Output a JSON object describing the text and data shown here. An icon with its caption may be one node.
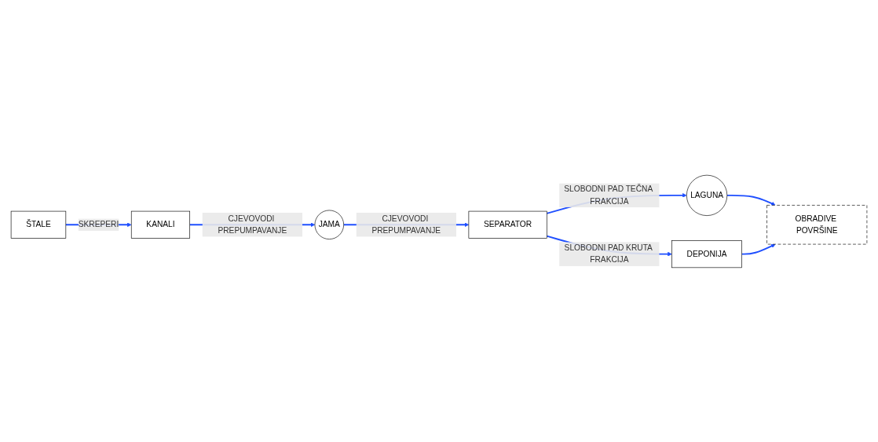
{
  "diagram": {
    "nodes": [
      {
        "text": [
          "ŠTALE"
        ]
      },
      {
        "text": [
          "KANALI"
        ]
      },
      {
        "text": [
          "JAMA"
        ]
      },
      {
        "text": [
          "SEPARATOR"
        ]
      },
      {
        "text": [
          "LAGUNA"
        ]
      },
      {
        "text": [
          "DEPONIJA"
        ]
      },
      {
        "text": [
          "OBRADIVE POVRŠINE"
        ]
      }
    ],
    "edges": [
      {
        "from": 0,
        "to": 1,
        "arrow": "to",
        "label": "SKREPERI"
      },
      {
        "from": 1,
        "to": 2,
        "arrow": "to",
        "label": "CJEVOVODI PREPUMPAVANJE"
      },
      {
        "from": 2,
        "to": 3,
        "arrow": "to",
        "label": "CJEVOVODI PREPUMPAVANJE"
      },
      {
        "from": 3,
        "to": 4,
        "arrow": "to",
        "label": "SLOBODNI PAD TEČNA FRAKCIJA"
      },
      {
        "from": 3,
        "to": 5,
        "arrow": "to",
        "label": "SLOBODNI PAD KRUTA FRAKCIJA"
      },
      {
        "from": 4,
        "to": 6,
        "arrow": "to"
      },
      {
        "from": 5,
        "to": 6,
        "arrow": "to"
      }
    ]
  }
}
